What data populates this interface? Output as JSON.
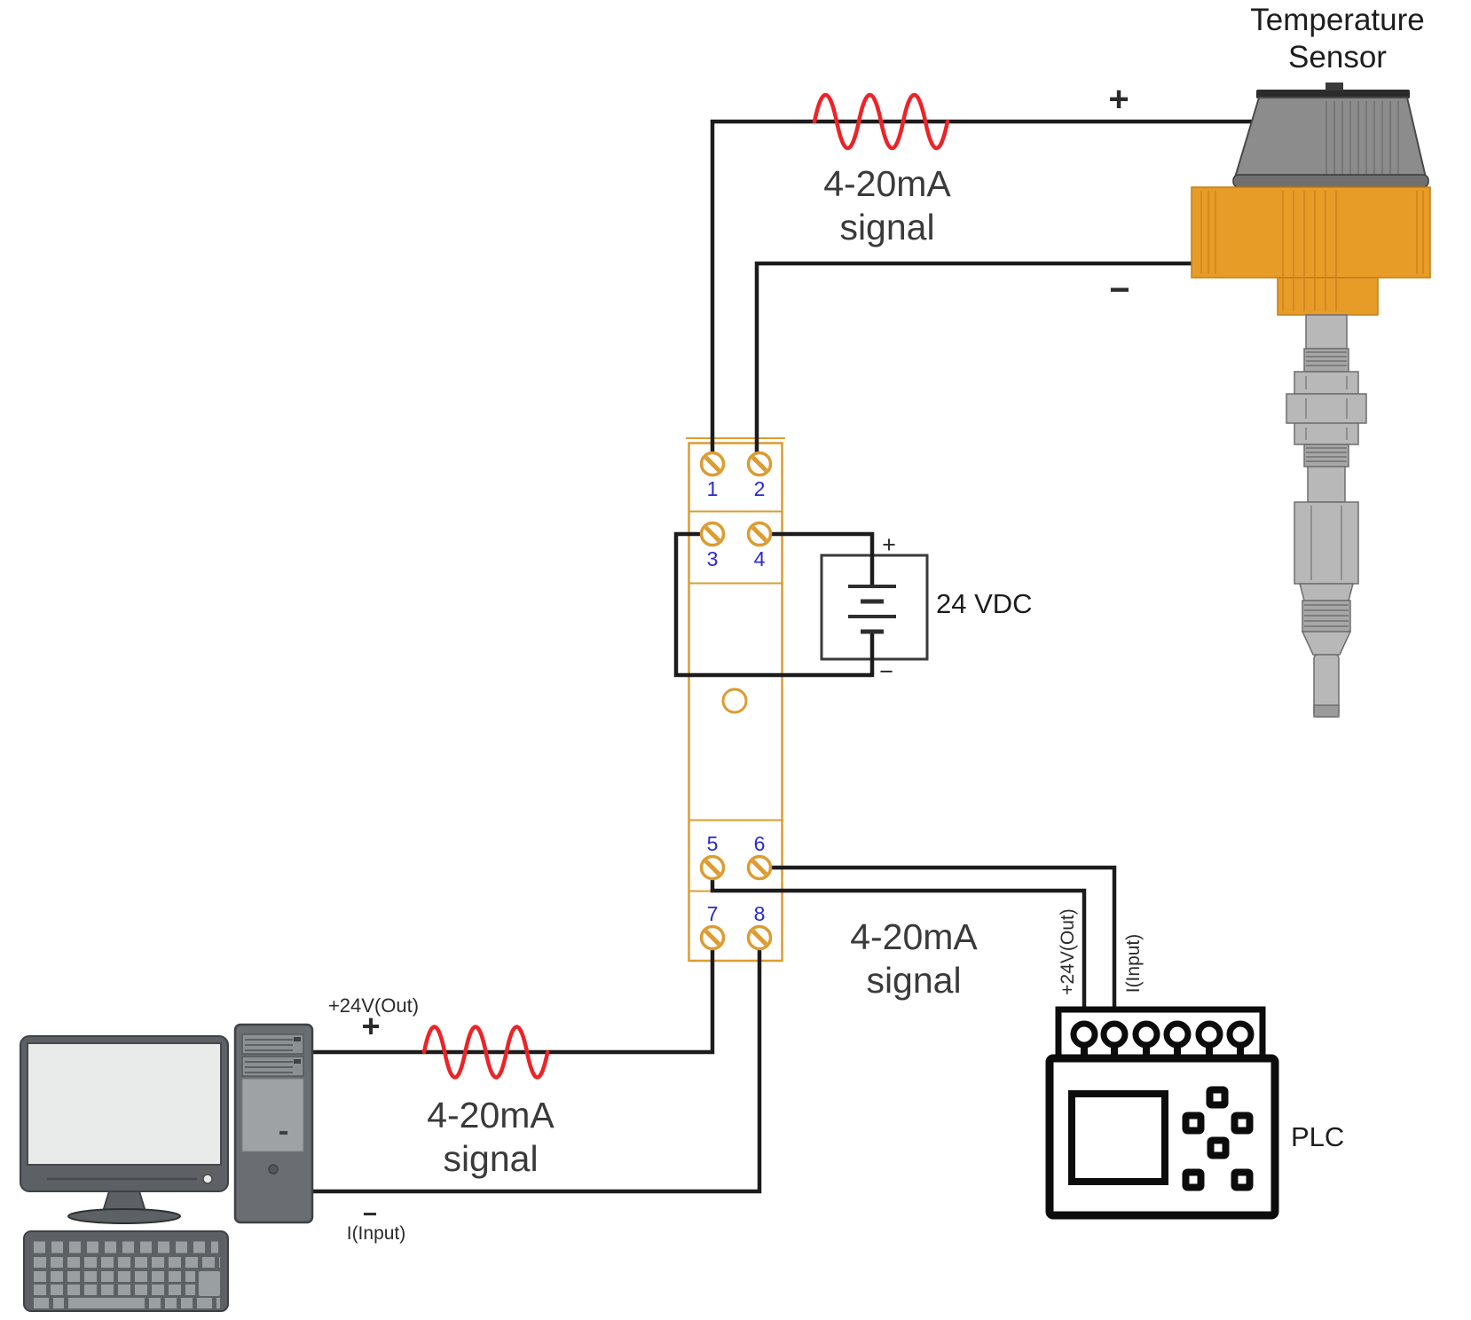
{
  "sensor": {
    "title_line1": "Temperature",
    "title_line2": "Sensor",
    "plus": "+",
    "minus": "−"
  },
  "signals": {
    "top": {
      "line1": "4-20mA",
      "line2": "signal"
    },
    "bottom_left": {
      "line1": "4-20mA",
      "line2": "signal"
    },
    "bottom_right": {
      "line1": "4-20mA",
      "line2": "signal"
    }
  },
  "power_supply": {
    "label": "24 VDC",
    "plus": "+",
    "minus": "−"
  },
  "isolator": {
    "terminals": [
      "1",
      "2",
      "3",
      "4",
      "5",
      "6",
      "7",
      "8"
    ]
  },
  "plc": {
    "label": "PLC",
    "wire_label_24v": "+24V(Out)",
    "wire_label_input": "I(Input)"
  },
  "computer": {
    "wire_label_24v": "+24V(Out)",
    "wire_plus": "+",
    "wire_minus": "−",
    "wire_label_input": "I(Input)"
  },
  "colors": {
    "module_orange": "#DC9C32",
    "sensor_orange": "#E89C28",
    "signal_red": "#EC2428",
    "terminal_blue": "#2929D4",
    "wire_black": "#1C1C1C"
  }
}
